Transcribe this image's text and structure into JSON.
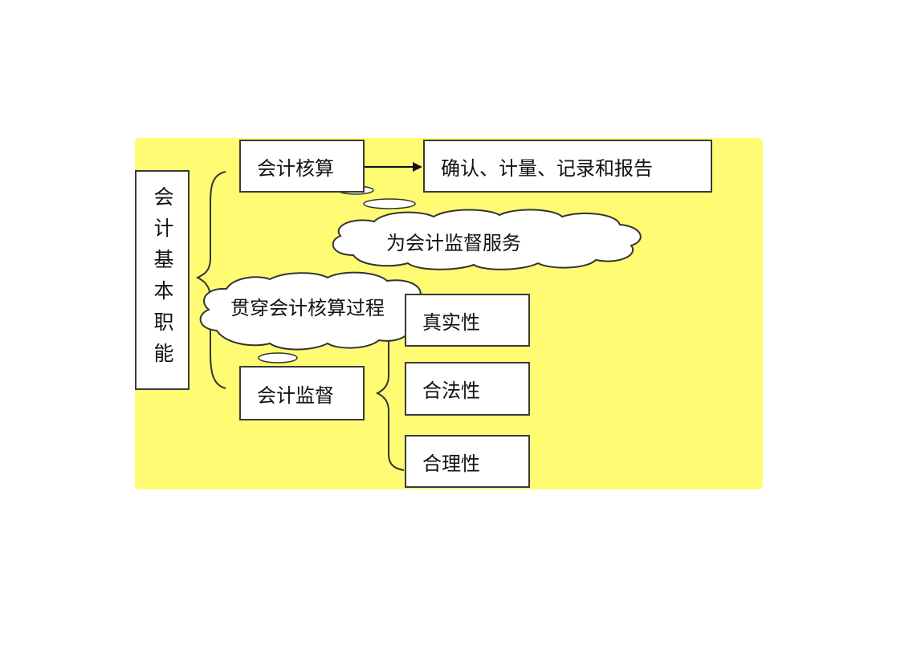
{
  "root": {
    "label": "会计基本职能"
  },
  "nodes": {
    "hesuan": "会计核算",
    "queren": "确认、计量、记录和报告",
    "jiandu": "会计监督",
    "zhenshi": "真实性",
    "hefa": "合法性",
    "heli": "合理性"
  },
  "clouds": {
    "serve": "为会计监督服务",
    "through": "贯穿会计核算过程"
  },
  "colors": {
    "panel": "#fffb73",
    "box_border": "#3a3a3a",
    "line": "#333333"
  }
}
